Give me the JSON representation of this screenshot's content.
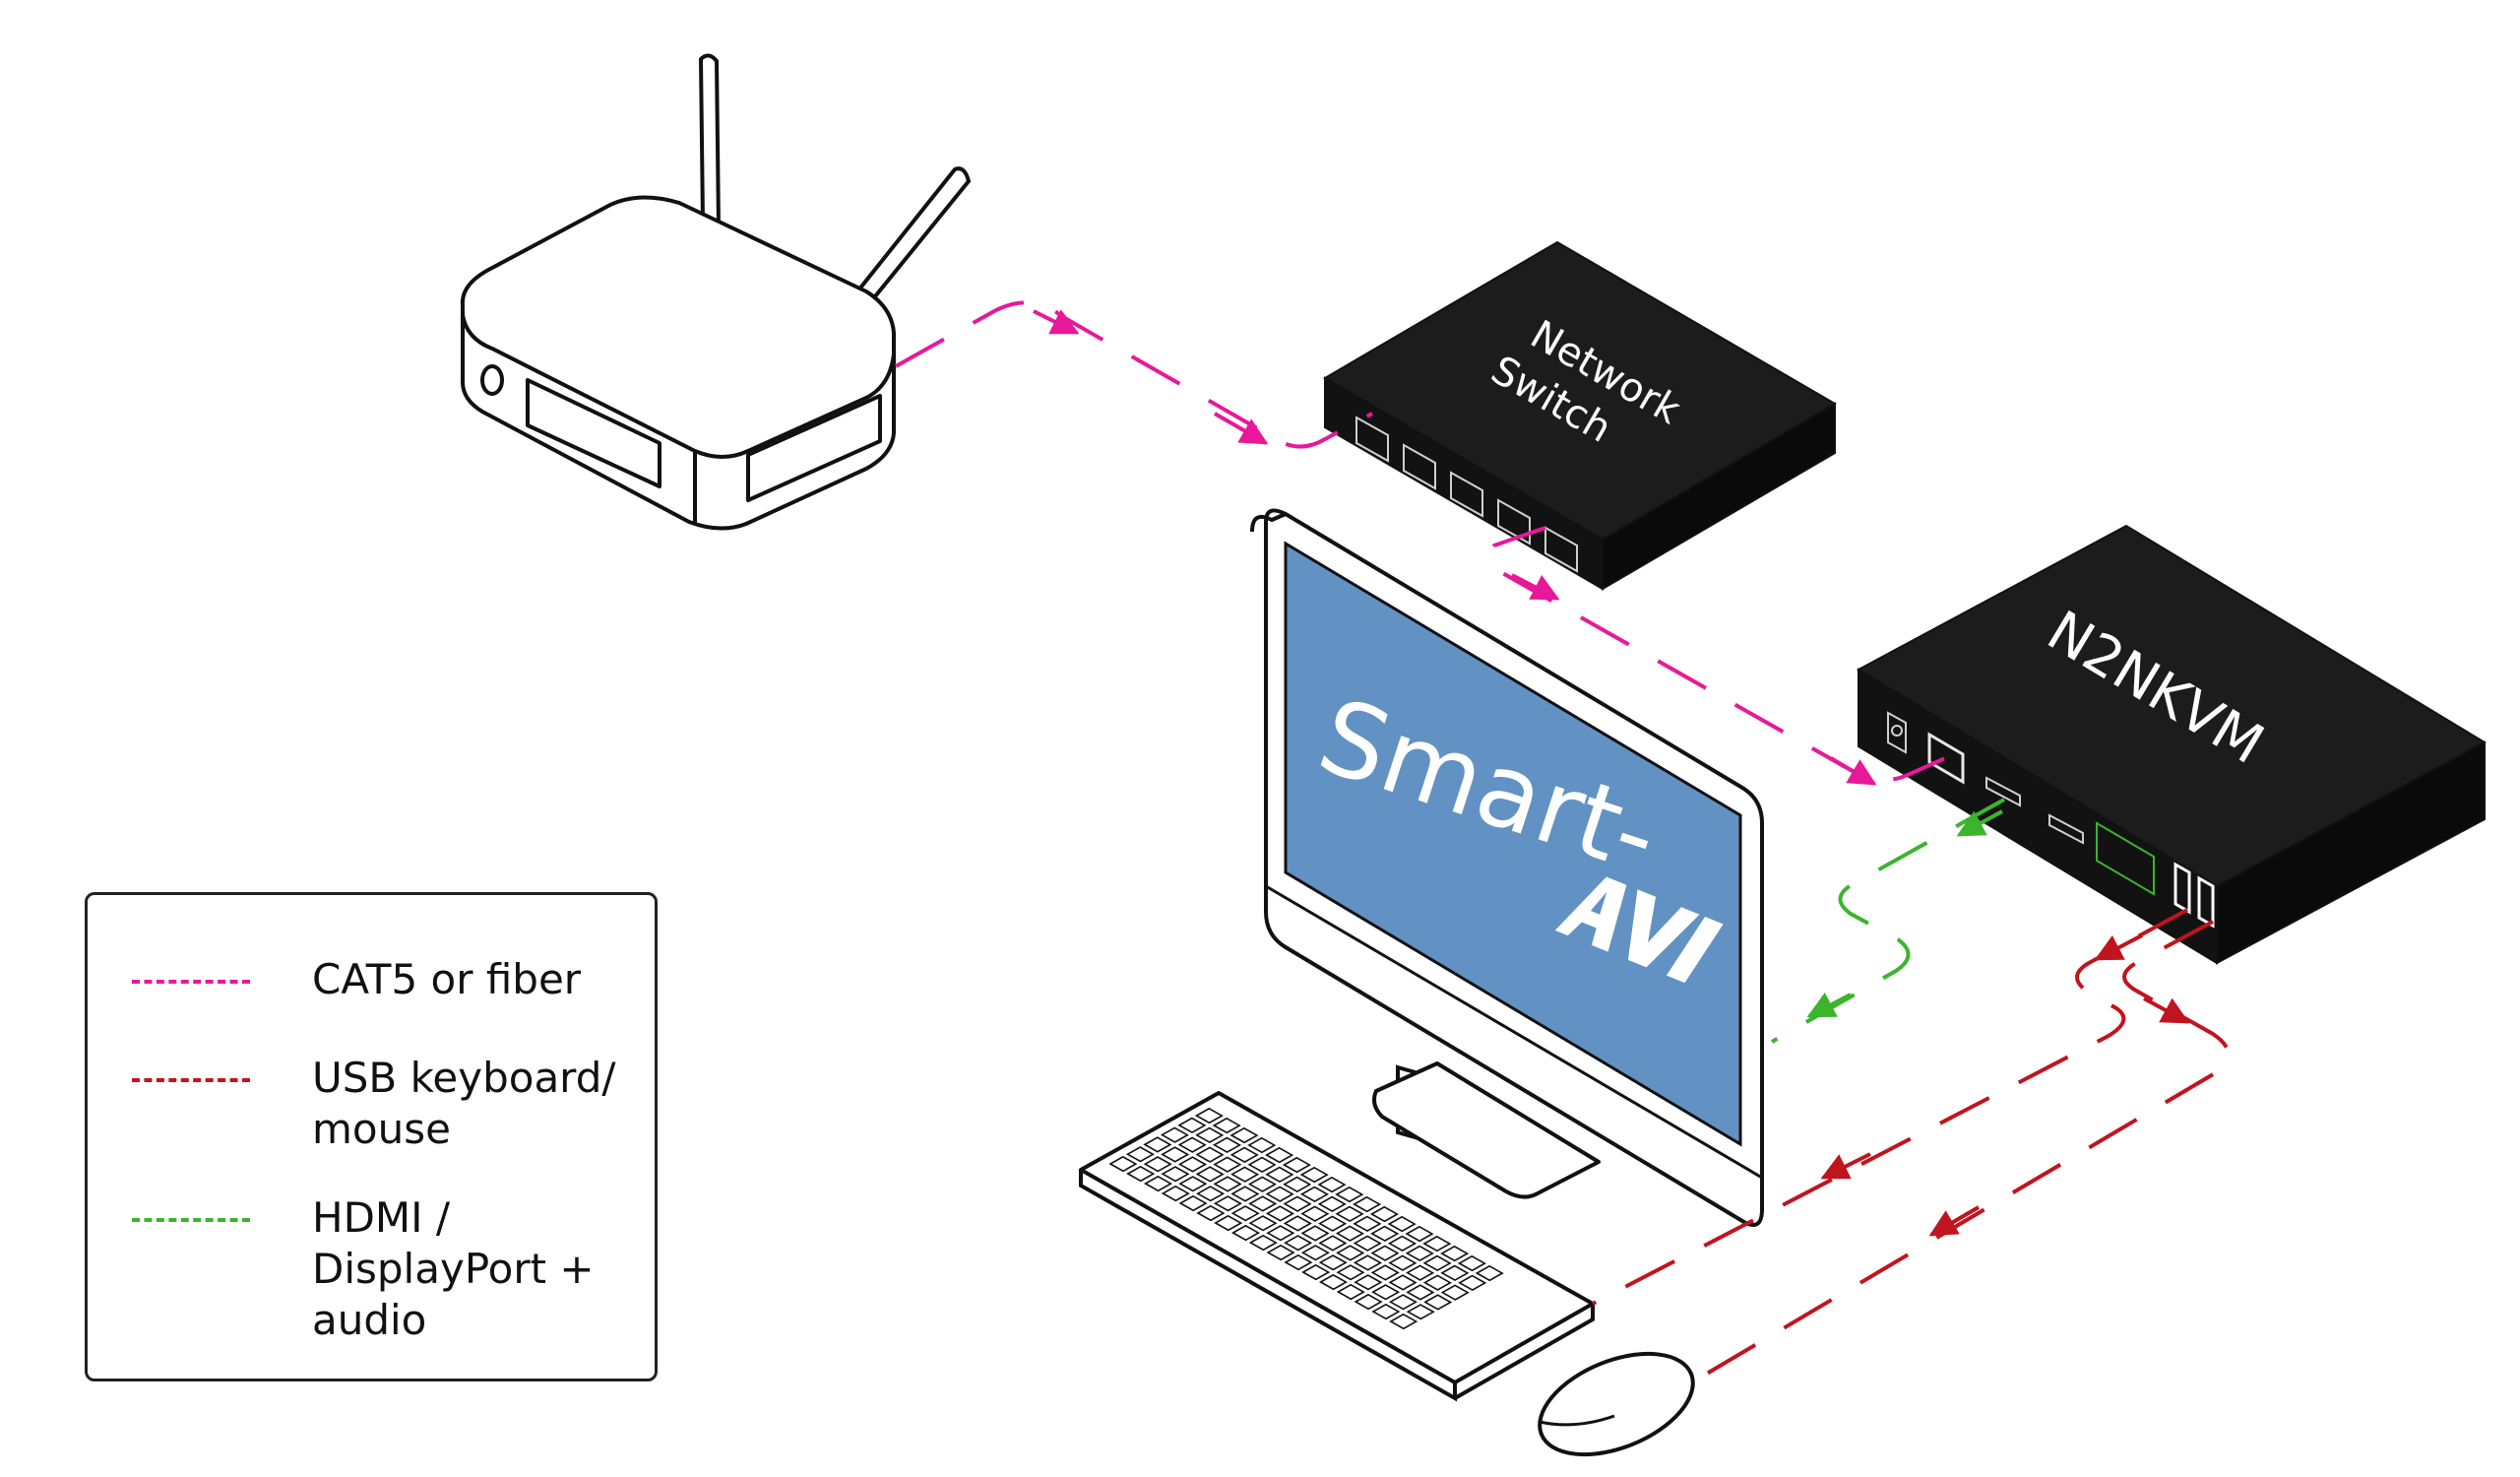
{
  "devices": {
    "network_switch": {
      "line1": "Network",
      "line2": "Switch"
    },
    "kvm": {
      "label": "N2NKVM"
    },
    "monitor": {
      "brand": "Smart-",
      "brand_mark": "AVI"
    }
  },
  "legend": {
    "items": [
      {
        "label": "CAT5 or fiber",
        "color": "#e8189a"
      },
      {
        "label": "USB keyboard/\nmouse",
        "color": "#c0141e"
      },
      {
        "label": "HDMI /\nDisplayPort +\naudio",
        "color": "#3ab52c"
      }
    ]
  },
  "colors": {
    "device_body": "#1c1c1c",
    "screen": "#6292c3",
    "cat5": "#e8189a",
    "usb": "#c0141e",
    "hdmi": "#3ab52c"
  }
}
